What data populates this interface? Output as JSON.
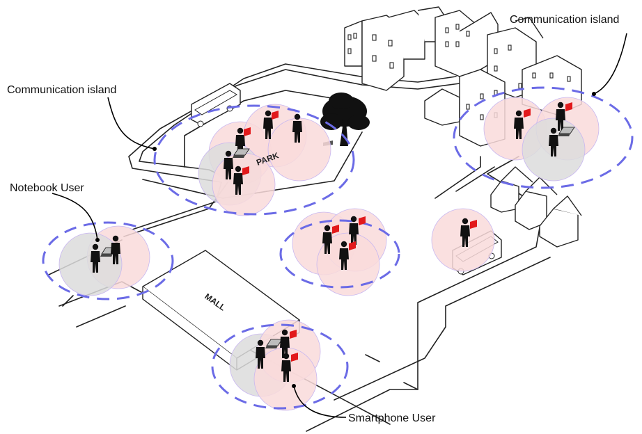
{
  "labels": {
    "island_left": "Communication island",
    "island_right": "Communication island",
    "notebook_user": "Notebook User",
    "smartphone_user": "Smartphone User",
    "park_sign": "PARK",
    "mall_sign": "MALL"
  },
  "colors": {
    "ring": "#6b6be6",
    "range_fill": "#f9dada",
    "range_fill_gray": "#dcdcdc",
    "person": "#111111",
    "phone": "#e2191b",
    "road": "#222222"
  },
  "icons": [
    "person-icon",
    "smartphone-icon",
    "laptop-icon",
    "bus-icon",
    "tree-icon",
    "house-icon",
    "building-icon"
  ]
}
